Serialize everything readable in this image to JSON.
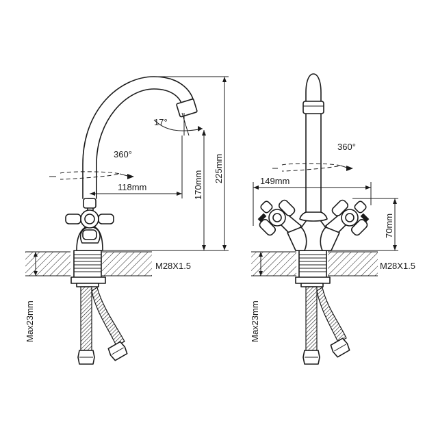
{
  "left_view": {
    "rotation_label": "360°",
    "angle_label": "17°",
    "reach_label": "118mm",
    "spout_height_label": "170mm",
    "total_height_label": "225mm",
    "thread_label": "M28X1.5",
    "max_thickness_label": "Max23mm"
  },
  "right_view": {
    "rotation_label": "360°",
    "handle_span_label": "149mm",
    "handle_height_label": "70mm",
    "thread_label": "M28X1.5",
    "max_thickness_label": "Max23mm"
  },
  "colors": {
    "line": "#1a1a1a",
    "background": "#ffffff"
  }
}
